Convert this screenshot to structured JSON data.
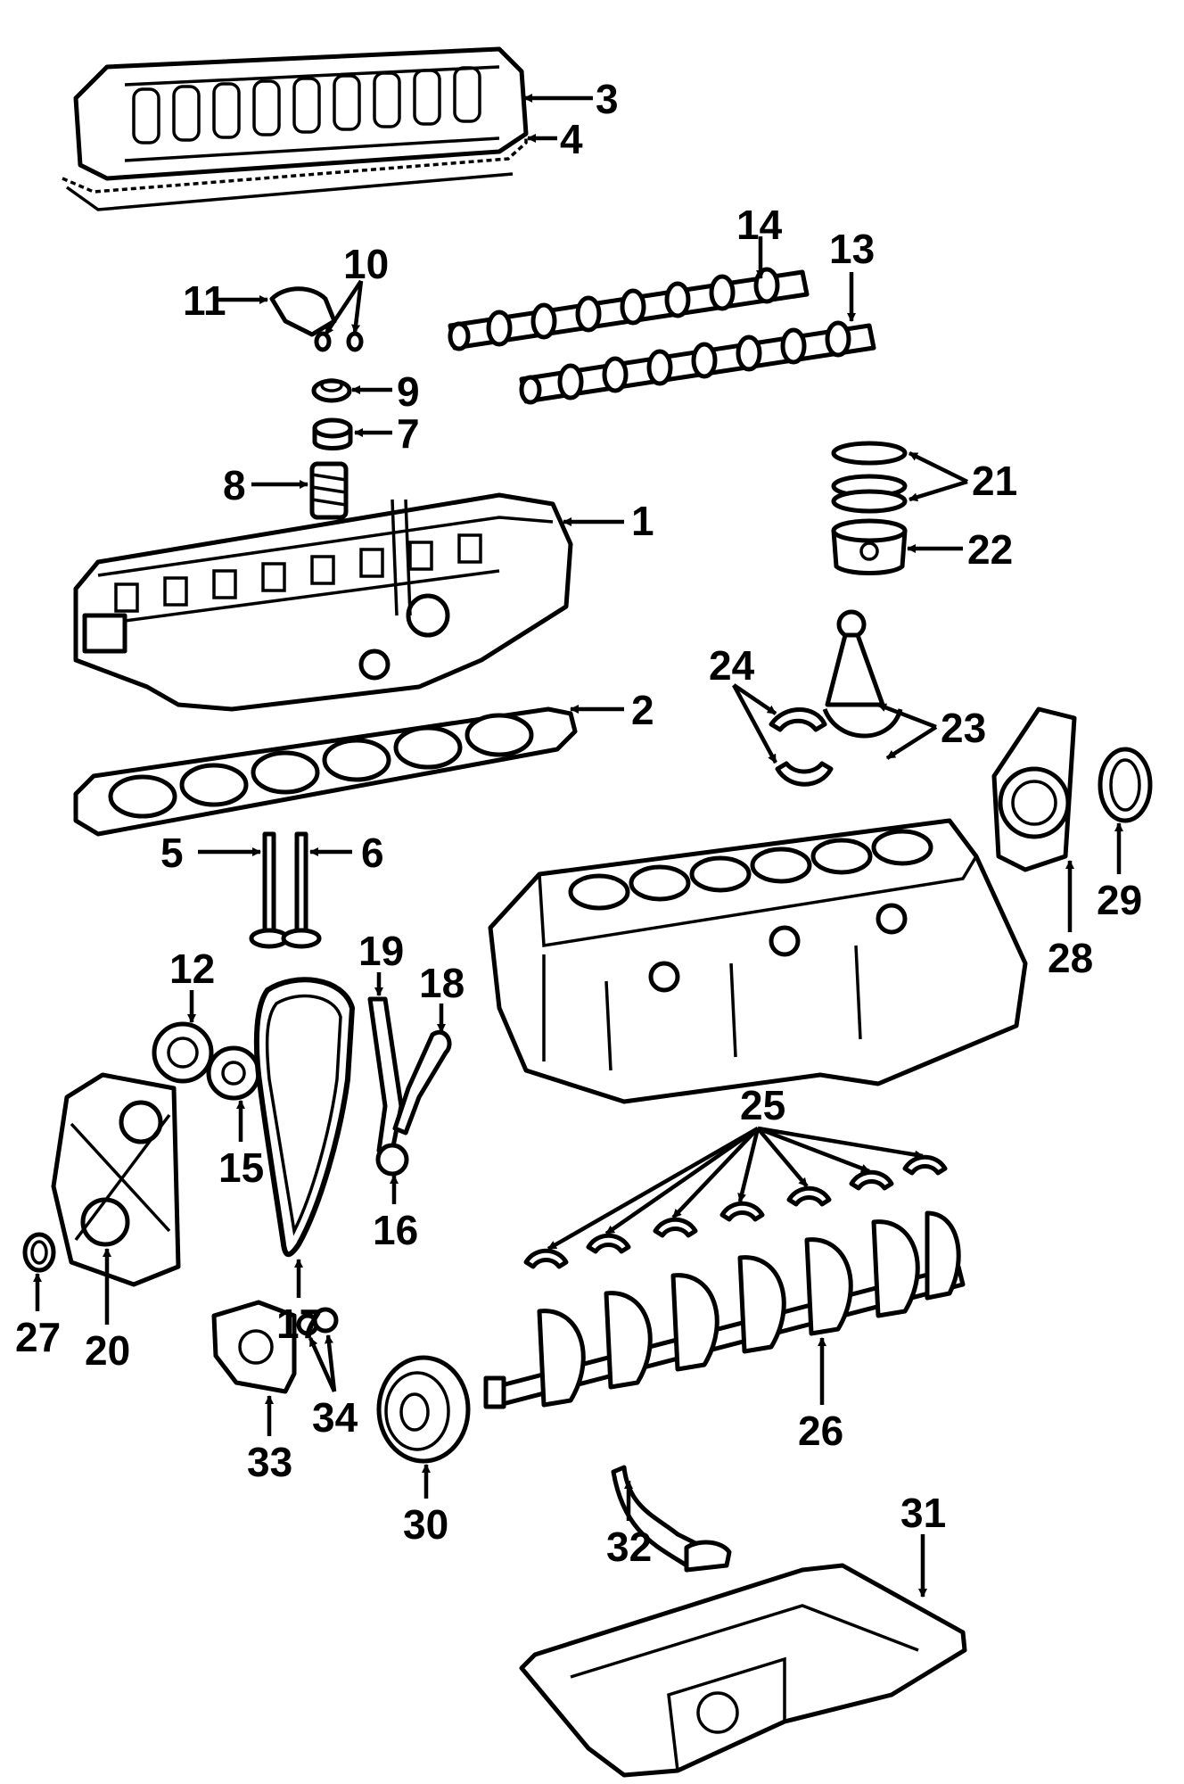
{
  "callouts": [
    {
      "id": "1",
      "label": "1"
    },
    {
      "id": "2",
      "label": "2"
    },
    {
      "id": "3",
      "label": "3"
    },
    {
      "id": "4",
      "label": "4"
    },
    {
      "id": "5",
      "label": "5"
    },
    {
      "id": "6",
      "label": "6"
    },
    {
      "id": "7",
      "label": "7"
    },
    {
      "id": "8",
      "label": "8"
    },
    {
      "id": "9",
      "label": "9"
    },
    {
      "id": "10",
      "label": "10"
    },
    {
      "id": "11",
      "label": "11"
    },
    {
      "id": "12",
      "label": "12"
    },
    {
      "id": "13",
      "label": "13"
    },
    {
      "id": "14",
      "label": "14"
    },
    {
      "id": "15",
      "label": "15"
    },
    {
      "id": "16",
      "label": "16"
    },
    {
      "id": "17",
      "label": "17"
    },
    {
      "id": "18",
      "label": "18"
    },
    {
      "id": "19",
      "label": "19"
    },
    {
      "id": "20",
      "label": "20"
    },
    {
      "id": "21",
      "label": "21"
    },
    {
      "id": "22",
      "label": "22"
    },
    {
      "id": "23",
      "label": "23"
    },
    {
      "id": "24",
      "label": "24"
    },
    {
      "id": "25",
      "label": "25"
    },
    {
      "id": "26",
      "label": "26"
    },
    {
      "id": "27",
      "label": "27"
    },
    {
      "id": "28",
      "label": "28"
    },
    {
      "id": "29",
      "label": "29"
    },
    {
      "id": "30",
      "label": "30"
    },
    {
      "id": "31",
      "label": "31"
    },
    {
      "id": "32",
      "label": "32"
    },
    {
      "id": "33",
      "label": "33"
    },
    {
      "id": "34",
      "label": "34"
    }
  ]
}
